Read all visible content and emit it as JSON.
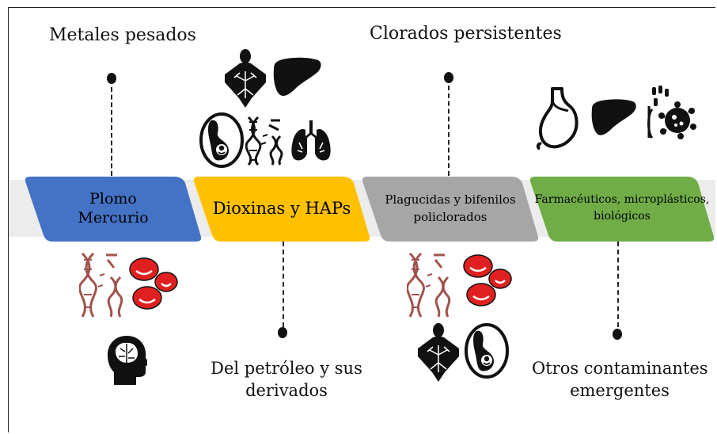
{
  "top_labels": {
    "metales": "Metales pesados",
    "clorados": "Clorados persistentes"
  },
  "bottom_labels": {
    "petroleo_1": "Del petróleo y sus",
    "petroleo_2": "derivados",
    "otros_1": "Otros contaminantes",
    "otros_2": "emergentes"
  },
  "segments": [
    {
      "line1": "Plomo",
      "line2": "Mercurio",
      "color": "#4472c4",
      "text_color": "#1a1a1a"
    },
    {
      "line1": "Dioxinas y HAPs",
      "line2": "",
      "color": "#ffc000",
      "text_color": "#1a1a1a"
    },
    {
      "line1": "Plagucidas y bifenilos",
      "line2": "policlorados",
      "color": "#a6a6a6",
      "text_color": "#1a1a1a"
    },
    {
      "line1": "Farmacéuticos, microplásticos,",
      "line2": "biológicos",
      "color": "#70ad47",
      "text_color": "#1a1a1a"
    }
  ],
  "icons": {
    "dna": "dna-damage-icon",
    "rbc": "red-blood-cells-icon",
    "head": "brain-head-icon",
    "reproductive": "reproductive-system-icon",
    "liver": "liver-icon",
    "pregnancy": "pregnancy-icon",
    "lungs": "lungs-icon",
    "stomach": "stomach-icon",
    "microbe": "microbe-icon"
  },
  "colors": {
    "dna": "#a0524d",
    "rbc": "#e02020",
    "icon": "#111111"
  }
}
